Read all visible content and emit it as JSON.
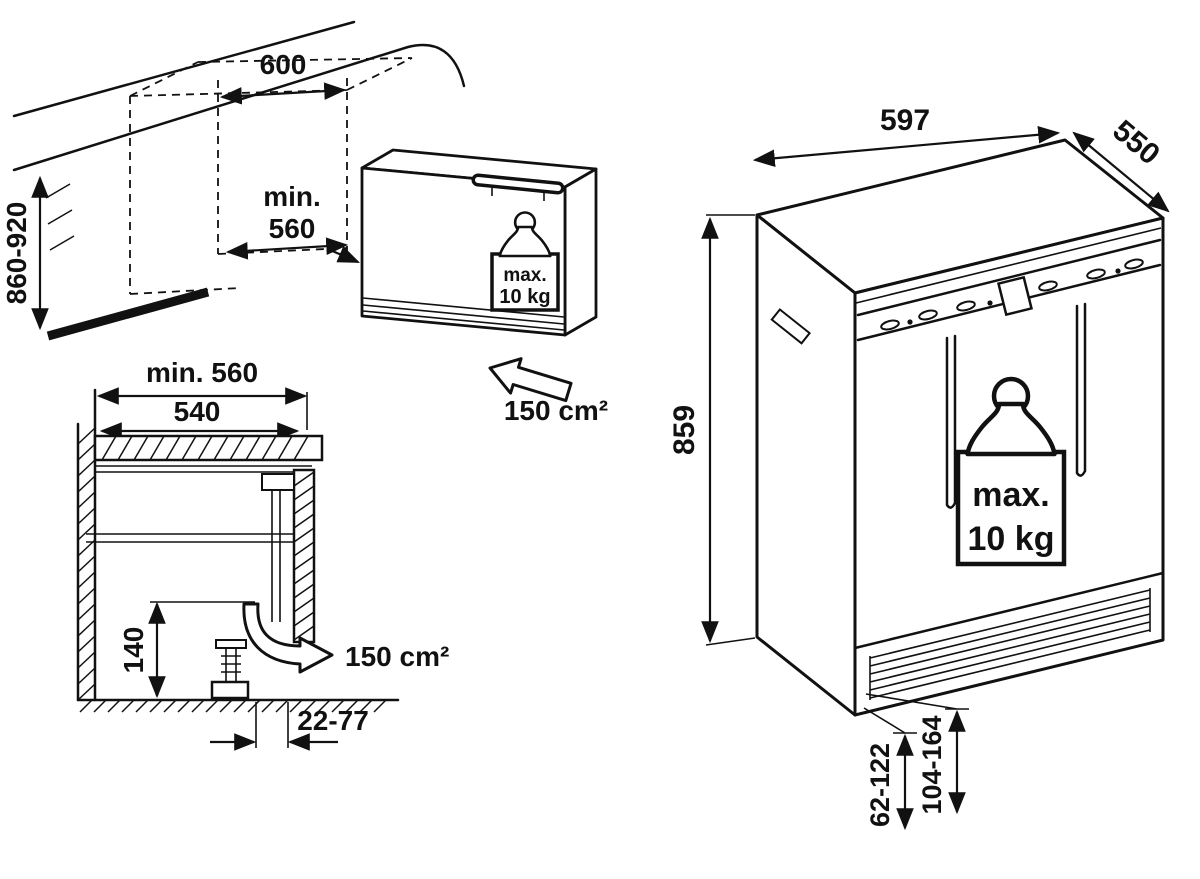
{
  "figure": {
    "kind": "built-under appliance installation diagram"
  },
  "niche_view": {
    "niche_width": "600",
    "niche_depth_line1": "min.",
    "niche_depth_line2": "560",
    "niche_height": "860-920",
    "weight_line1": "max.",
    "weight_line2": "10 kg",
    "vent_area": "150 cm²"
  },
  "section_view": {
    "niche_width_min": "min. 560",
    "counter_depth": "540",
    "plinth_height": "140",
    "foot_adjust": "22-77",
    "vent_area": "150 cm²"
  },
  "front_view": {
    "width": "597",
    "depth": "550",
    "height": "859",
    "plinth_range_a": "62-122",
    "plinth_range_b": "104-164",
    "weight_line1": "max.",
    "weight_line2": "10 kg"
  }
}
